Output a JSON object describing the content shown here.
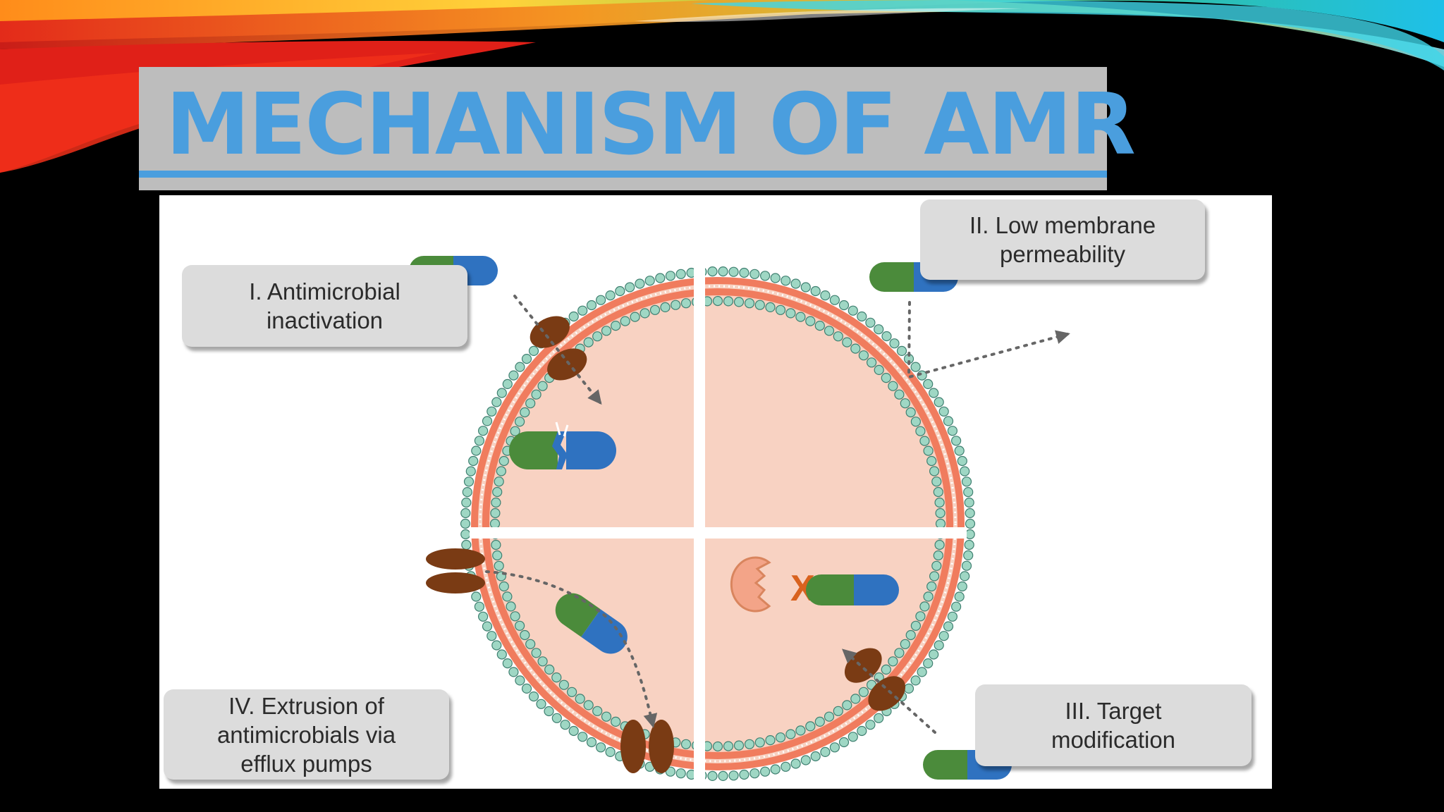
{
  "slide": {
    "title": "MECHANISM OF AMR"
  },
  "diagram": {
    "mechanisms": [
      {
        "id": "I",
        "label": "I. Antimicrobial\ninactivation"
      },
      {
        "id": "II",
        "label": "II. Low membrane\npermeability"
      },
      {
        "id": "III",
        "label": "III. Target\nmodification"
      },
      {
        "id": "IV",
        "label": "IV. Extrusion of\nantimicrobials via\nefflux pumps"
      }
    ],
    "target_blocked_mark": "X"
  },
  "colors": {
    "title": "#4a9ede",
    "title_box": "#bdbdbd",
    "cell_interior": "#f8d2c2",
    "membrane": "#f07c5e",
    "phospholipid_head": "#9fd7c4",
    "capsule_green": "#4b8b3b",
    "capsule_blue": "#2f72c0",
    "pump_brown": "#7a3b14",
    "x_mark": "#d9621e",
    "callout_bg": "#dcdcdc"
  }
}
